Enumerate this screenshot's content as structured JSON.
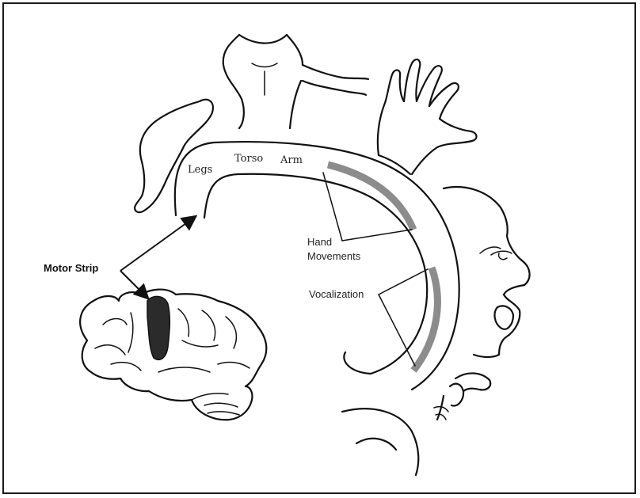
{
  "labels": {
    "legs": "Legs",
    "torso": "Torso",
    "arm": "Arm",
    "hand_line1": "Hand",
    "hand_line2": "Movements",
    "vocalization": "Vocalization",
    "motor_strip": "Motor Strip"
  },
  "colors": {
    "ink": "#111111",
    "band": "#8c8c8c",
    "motor_strip_fill": "#2b2b2b"
  },
  "icons": [
    "leg-icon",
    "torso-icon",
    "hand-icon",
    "face-icon",
    "larynx-icon",
    "brain-icon"
  ]
}
